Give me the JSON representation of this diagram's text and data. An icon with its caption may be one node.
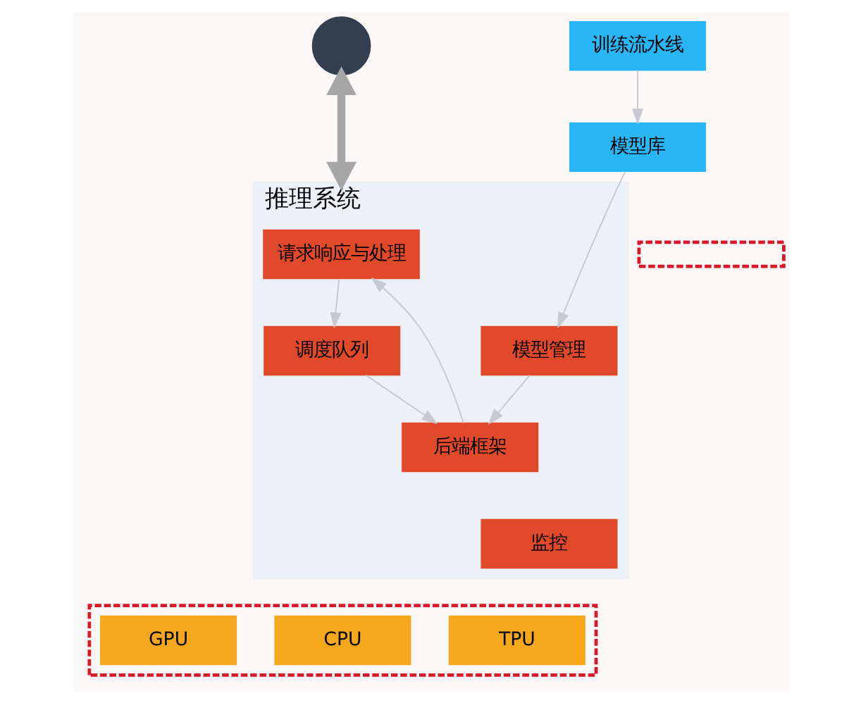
{
  "diagram": {
    "nodes": [
      {
        "text": [],
        "shape": "person"
      },
      {
        "text": [
          "训练流水线"
        ]
      },
      {
        "text": [
          "推理系统"
        ]
      },
      {
        "text": [
          "模型库"
        ]
      },
      {
        "text": [],
        "shape": "box"
      },
      {
        "text": [
          "请求响应与处理"
        ],
        "in": 2
      },
      {
        "text": [
          "模型管理"
        ],
        "in": 2
      },
      {
        "text": [
          "调度队列"
        ],
        "in": 2
      },
      {
        "text": [
          "后端框架"
        ],
        "in": 2
      },
      {
        "text": [
          "监控"
        ],
        "in": 2
      },
      {
        "text": [],
        "shape": "box"
      },
      {
        "text": [
          "GPU"
        ],
        "in": 10
      },
      {
        "text": [
          "CPU"
        ],
        "in": 10
      },
      {
        "text": [
          "TPU"
        ],
        "in": 10
      }
    ],
    "edges": [
      {
        "from": 0,
        "to": 2,
        "arrow": "both",
        "style": "thick",
        "color": "#a6a6a6"
      },
      {
        "from": 1,
        "to": 3,
        "arrow": "to"
      },
      {
        "from": 3,
        "to": 6,
        "arrow": "to"
      },
      {
        "from": 5,
        "to": 7,
        "arrow": "to"
      },
      {
        "from": 7,
        "to": 8,
        "arrow": "to"
      },
      {
        "from": 8,
        "to": 5,
        "arrow": "to"
      },
      {
        "from": 6,
        "to": 8,
        "arrow": "to"
      }
    ]
  }
}
